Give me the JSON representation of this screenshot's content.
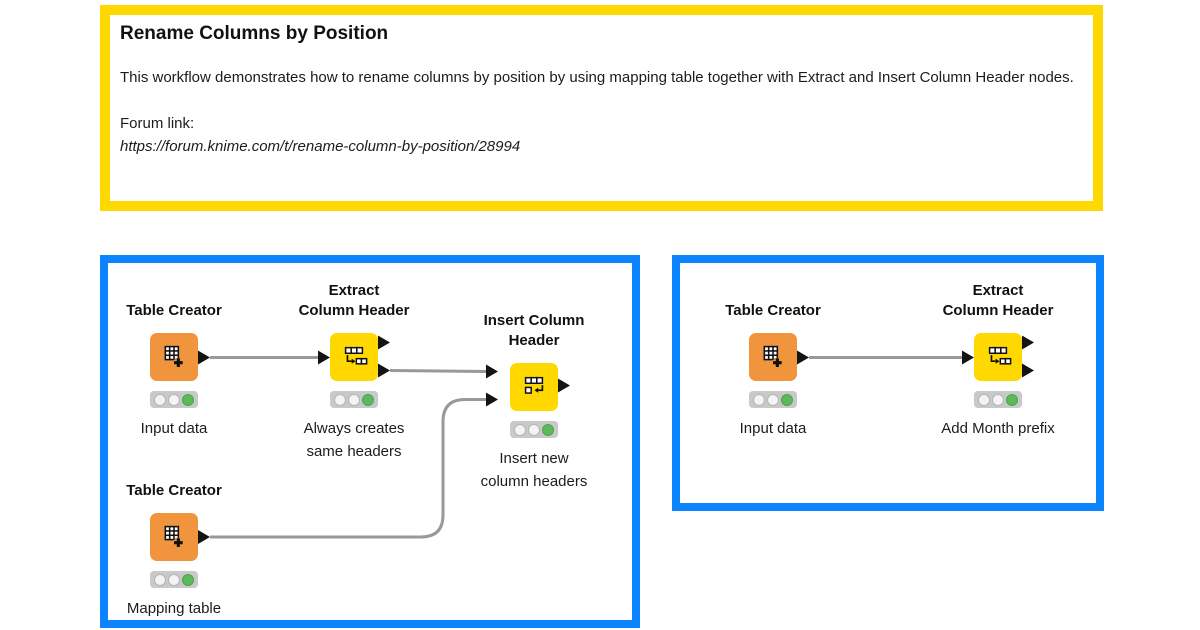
{
  "annotation": {
    "title": "Rename Columns by Position",
    "body": "This workflow demonstrates how to rename columns by position by using mapping table together with Extract and Insert Column Header nodes.",
    "forum_label": "Forum link:",
    "forum_url": "https://forum.knime.com/t/rename-column-by-position/28994"
  },
  "colors": {
    "annotation_border": "#FFD800",
    "workflow_border": "#0C84FF",
    "source_node_orange": "#F0943D",
    "manipulator_node_yellow": "#FFD800",
    "wire_gray": "#999999",
    "status_green": "#5CB85C",
    "traffic_light_background": "#C9C9C9"
  },
  "left_workflow": {
    "nodes": [
      {
        "label": "Table Creator",
        "caption": "Input data",
        "status": "executed"
      },
      {
        "label": "Extract\nColumn Header",
        "caption": "Always creates\nsame headers",
        "status": "executed"
      },
      {
        "label": "Insert Column\nHeader",
        "caption": "Insert new\ncolumn headers",
        "status": "executed"
      },
      {
        "label": "Table Creator",
        "caption": "Mapping table",
        "status": "executed"
      }
    ]
  },
  "right_workflow": {
    "nodes": [
      {
        "label": "Table Creator",
        "caption": "Input data",
        "status": "executed"
      },
      {
        "label": "Extract\nColumn Header",
        "caption": "Add Month prefix",
        "status": "executed"
      }
    ]
  }
}
